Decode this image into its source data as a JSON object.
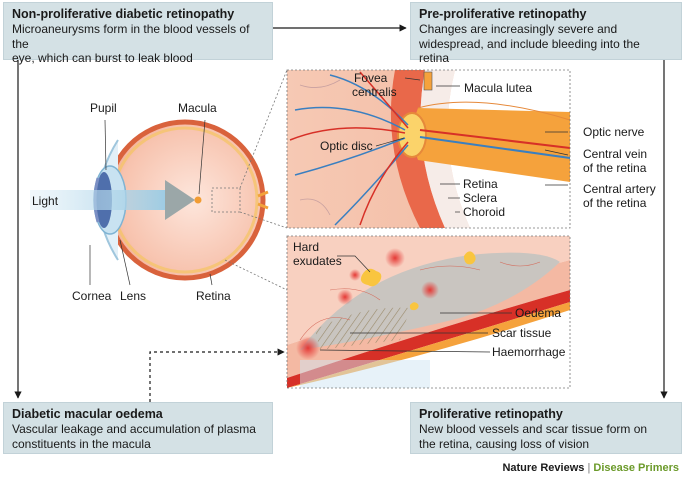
{
  "boxes": {
    "non_proliferative": {
      "title": "Non-proliferative diabetic retinopathy",
      "line1": "Microaneurysms form in the blood vessels of the",
      "line2": "eye, which can burst to leak blood"
    },
    "pre_proliferative": {
      "title": "Pre-proliferative retinopathy",
      "line1": "Changes are increasingly severe and",
      "line2": "widespread, and include bleeding into the retina"
    },
    "macular_oedema": {
      "title": "Diabetic macular oedema",
      "line1": "Vascular leakage and accumulation of plasma",
      "line2": "constituents in the macula"
    },
    "proliferative": {
      "title": "Proliferative retinopathy",
      "line1": "New blood vessels and scar tissue form on",
      "line2": "the retina, causing loss of vision"
    }
  },
  "eye_labels": {
    "pupil": "Pupil",
    "macula": "Macula",
    "light": "Light",
    "cornea": "Cornea",
    "lens": "Lens",
    "retina": "Retina"
  },
  "detail_labels": {
    "fovea_1": "Fovea",
    "fovea_2": "centralis",
    "macula_lutea": "Macula lutea",
    "optic_disc": "Optic disc",
    "optic_nerve": "Optic nerve",
    "central_vein_1": "Central vein",
    "central_vein_2": "of the retina",
    "central_artery_1": "Central artery",
    "central_artery_2": "of the retina",
    "retina": "Retina",
    "sclera": "Sclera",
    "choroid": "Choroid"
  },
  "oedema_labels": {
    "hard_1": "Hard",
    "hard_2": "exudates",
    "oedema": "Oedema",
    "scar": "Scar tissue",
    "haemorrhage": "Haemorrhage"
  },
  "credit": {
    "journal": "Nature Reviews",
    "separator": "|",
    "series": "Disease Primers"
  },
  "colors": {
    "box_fill": "#d4e1e5",
    "sclera": "#e8a07a",
    "vessel_red": "#d73027",
    "vessel_blue": "#3a7fc0",
    "nerve": "#f5a23c",
    "series_green": "#6b9a2a"
  }
}
